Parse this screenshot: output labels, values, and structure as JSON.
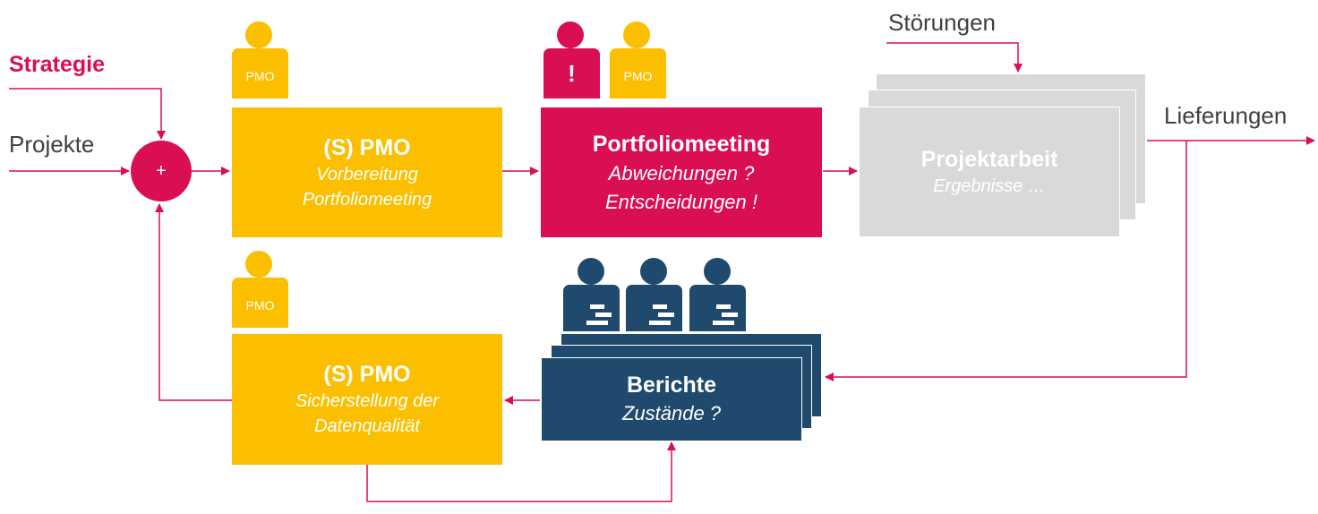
{
  "labels": {
    "strategie": "Strategie",
    "projekte": "Projekte",
    "stoerungen": "Störungen",
    "lieferungen": "Lieferungen",
    "plus": "+"
  },
  "boxes": {
    "pmo_top": {
      "title": "(S) PMO",
      "line1": "Vorbereitung",
      "line2": "Portfoliomeeting"
    },
    "portfolio": {
      "title": "Portfoliomeeting",
      "line1": "Abweichungen ?",
      "line2": "Entscheidungen !"
    },
    "projekt": {
      "title": "Projektarbeit",
      "line1": "Ergebnisse …"
    },
    "pmo_bottom": {
      "title": "(S) PMO",
      "line1": "Sicherstellung der",
      "line2": "Datenqualität"
    },
    "berichte": {
      "title": "Berichte",
      "line1": "Zustände ?"
    }
  },
  "people": {
    "pmo_label": "PMO",
    "alert_mark": "!"
  },
  "colors": {
    "yellow": "#fcbf00",
    "magenta": "#d90e54",
    "grey": "#d9d9d9",
    "navy": "#1f4a6d",
    "text": "#404040"
  }
}
